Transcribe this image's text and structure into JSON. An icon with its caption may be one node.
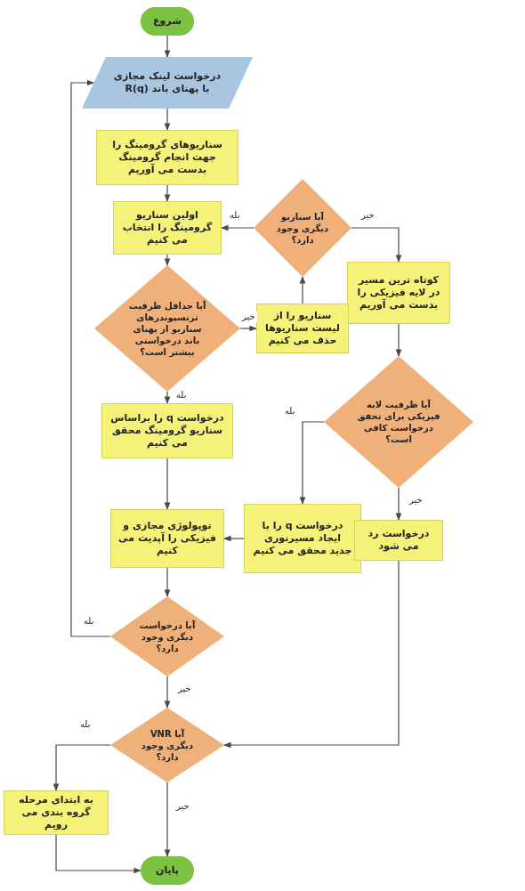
{
  "diagram": {
    "nodes": [
      {
        "text": [
          "شروع"
        ]
      },
      {
        "text": [
          "درخواست لینک مجازی با پهنای باند R(q)"
        ]
      },
      {
        "text": [
          "سناریوهای گرومینگ را جهت انجام گرومینگ بدست می آوریم"
        ]
      },
      {
        "text": [
          "اولین سناریو گرومینگ را انتخاب می کنیم"
        ]
      },
      {
        "text": [
          "آیا سناریو دیگری وجود دارد؟"
        ]
      },
      {
        "text": [
          "کوتاه ترین مسیر در لایه فیزیکی را بدست می آوریم"
        ]
      },
      {
        "text": [
          "آیا حداقل ظرفیت ترنسپوندرهای سناریو از پهنای باند درخواستی بیشتر است؟"
        ]
      },
      {
        "text": [
          "سناریو را از لیست سناریوها حذف می کنیم"
        ]
      },
      {
        "text": [
          "درخواست q را براساس سناریو گرومینگ محقق می کنیم"
        ]
      },
      {
        "text": [
          "آیا ظرفیت لایه فیزیکی برای تحقق درخواست کافی است؟"
        ]
      },
      {
        "text": [
          "توپولوژی مجازی و فیزیکی را آپدیت می کنیم"
        ]
      },
      {
        "text": [
          "درخواست q را با ایجاد مسیرنوری جدید محقق می کنیم"
        ]
      },
      {
        "text": [
          "درخواست رد می شود"
        ]
      },
      {
        "text": [
          "آیا درخواست دیگری وجود دارد؟"
        ]
      },
      {
        "text": [
          "آیا VNR دیگری وجود دارد؟"
        ]
      },
      {
        "text": [
          "به ابتدای مرحله گروه بندی می رویم"
        ]
      },
      {
        "text": [
          "پایان"
        ]
      }
    ],
    "edges": [
      {
        "from": 0,
        "to": 1,
        "arrow": "to"
      },
      {
        "from": 1,
        "to": 2,
        "arrow": "to"
      },
      {
        "from": 2,
        "to": 3,
        "arrow": "to"
      },
      {
        "from": 3,
        "to": 6,
        "arrow": "to"
      },
      {
        "from": 6,
        "to": 7,
        "arrow": "to",
        "label": "خیر"
      },
      {
        "from": 7,
        "to": 4,
        "arrow": "to"
      },
      {
        "from": 4,
        "to": 3,
        "arrow": "to",
        "label": "بله"
      },
      {
        "from": 4,
        "to": 5,
        "arrow": "to",
        "label": "خیر"
      },
      {
        "from": 5,
        "to": 9,
        "arrow": "to"
      },
      {
        "from": 6,
        "to": 8,
        "arrow": "to",
        "label": "بله"
      },
      {
        "from": 8,
        "to": 10,
        "arrow": "to"
      },
      {
        "from": 9,
        "to": 11,
        "arrow": "to",
        "label": "بله"
      },
      {
        "from": 9,
        "to": 12,
        "arrow": "to",
        "label": "خیر"
      },
      {
        "from": 11,
        "to": 10,
        "arrow": "to"
      },
      {
        "from": 10,
        "to": 13,
        "arrow": "to"
      },
      {
        "from": 13,
        "to": 1,
        "arrow": "to",
        "label": "بله"
      },
      {
        "from": 13,
        "to": 14,
        "arrow": "to",
        "label": "خیر"
      },
      {
        "from": 12,
        "to": 14,
        "arrow": "to"
      },
      {
        "from": 14,
        "to": 15,
        "arrow": "to",
        "label": "بله"
      },
      {
        "from": 14,
        "to": 16,
        "arrow": "to",
        "label": "خیر"
      },
      {
        "from": 15,
        "to": 16,
        "arrow": "to"
      }
    ]
  }
}
